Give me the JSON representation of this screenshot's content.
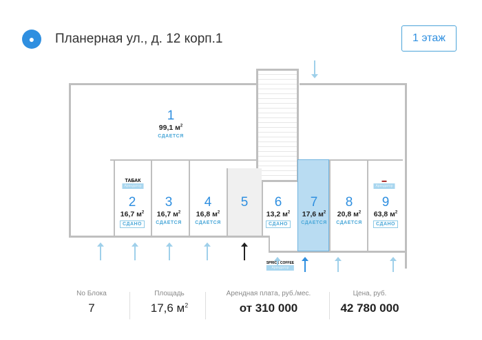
{
  "header": {
    "icon": "map-pin-icon",
    "address": "Планерная ул., д. 12 корп.1",
    "floor_button": "1 этаж"
  },
  "plan": {
    "unit1": {
      "number": "1",
      "area": "99,1 м",
      "status": "СДАЕТСЯ"
    },
    "units": [
      {
        "number": "2",
        "area": "16,7 м",
        "status": "СДАНО",
        "boxed": true
      },
      {
        "number": "3",
        "area": "16,7 м",
        "status": "СДАЕТСЯ",
        "boxed": false
      },
      {
        "number": "4",
        "area": "16,8 м",
        "status": "СДАЕТСЯ",
        "boxed": false
      },
      {
        "number": "5",
        "area": "",
        "status": "",
        "boxed": false
      },
      {
        "number": "6",
        "area": "13,2 м",
        "status": "СДАНО",
        "boxed": true
      },
      {
        "number": "7",
        "area": "17,6 м",
        "status": "СДАЕТСЯ",
        "boxed": false
      },
      {
        "number": "8",
        "area": "20,8 м",
        "status": "СДАЕТСЯ",
        "boxed": false
      },
      {
        "number": "9",
        "area": "63,8 м",
        "status": "СДАНО",
        "boxed": true
      }
    ],
    "tenants": {
      "tabak": "ТАБАК",
      "tabak_sub": "Арендатор",
      "coffee": "SPRICE COFFEE",
      "coffee_sub": "Арендатор",
      "shop9_sub": "Арендатор"
    },
    "highlight_color": "#b9dcf2"
  },
  "info": {
    "block": {
      "label": "No Блока",
      "value": "7"
    },
    "area": {
      "label": "Площадь",
      "value": "17,6 м"
    },
    "rent": {
      "label": "Арендная плата, руб./мес.",
      "value": "от 310 000"
    },
    "price": {
      "label": "Цена, руб.",
      "value": "42 780 000"
    }
  }
}
